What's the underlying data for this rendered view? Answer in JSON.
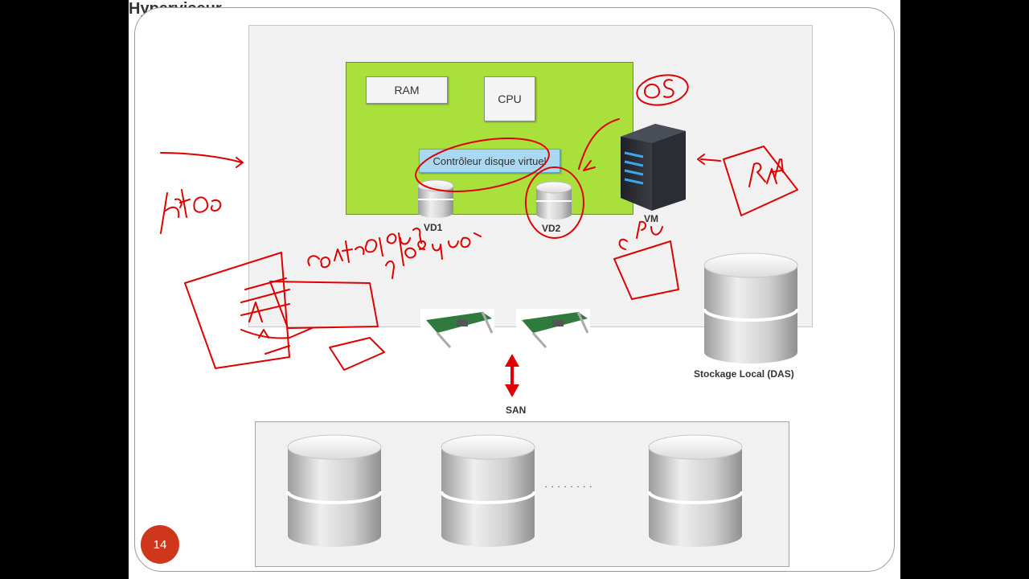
{
  "slide": {
    "page_number": "14",
    "hypervisor_label": "Hyperviseur",
    "vm_components": {
      "ram": "RAM",
      "cpu": "CPU",
      "controller": "Contrôleur disque virtuel"
    },
    "disks": {
      "vd1": "VD1",
      "vd2": "VD2"
    },
    "vm_label": "VM",
    "local_storage_label": "Stockage Local (DAS)",
    "san_label": "SAN",
    "san_ellipsis": "· · · · · · · ·"
  },
  "annotations": {
    "color": "#e00000",
    "texts": [
      "hôte",
      "contrôleur disque",
      "OS",
      "CPU",
      "RAM"
    ]
  },
  "colors": {
    "vm_background": "#a9e03c",
    "controller_background": "#a8d9f1",
    "page_badge": "#d0361b",
    "san_arrow": "#e00000"
  }
}
